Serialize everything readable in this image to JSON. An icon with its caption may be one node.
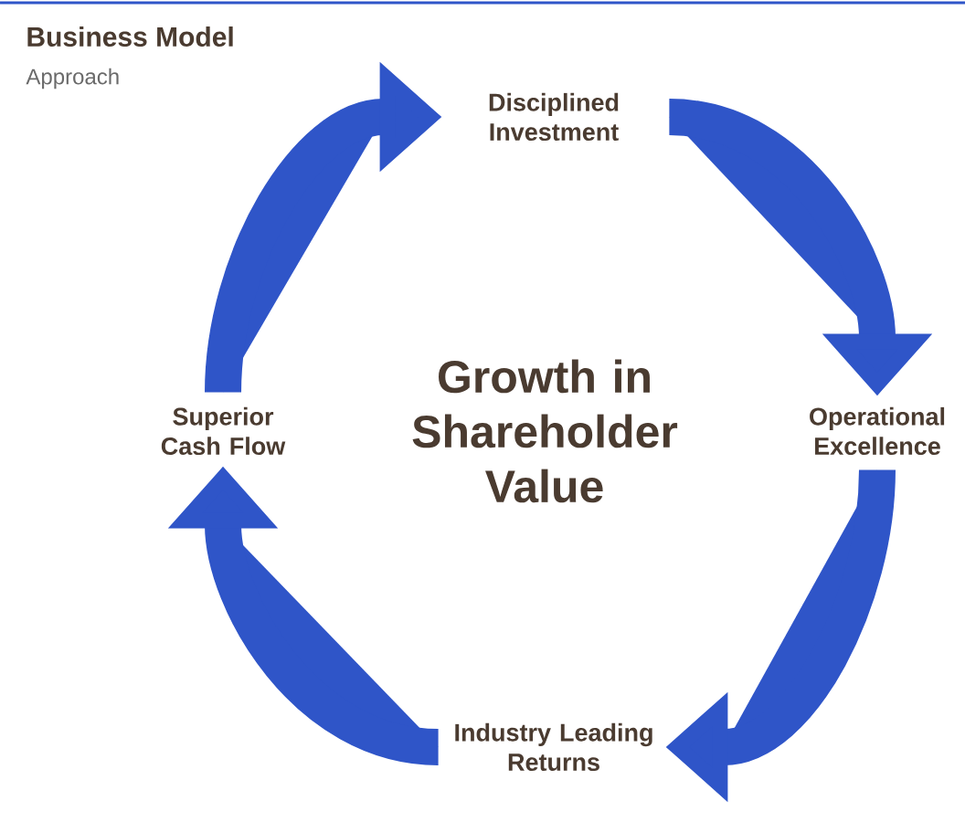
{
  "diagram": {
    "title": "Business Model",
    "nodes": [
      {
        "text": [
          "Growth in Shareholder Value"
        ]
      },
      {
        "text": [
          "Disciplined Investment"
        ]
      },
      {
        "text": [
          "Operational Excellence"
        ]
      },
      {
        "text": [
          "Industry Leading Returns"
        ]
      },
      {
        "text": [
          "Superior Cash Flow"
        ]
      }
    ],
    "edges": [
      {
        "from": 1,
        "to": 2,
        "arrow": "to"
      },
      {
        "from": 2,
        "to": 3,
        "arrow": "to"
      },
      {
        "from": 3,
        "to": 4,
        "arrow": "to"
      },
      {
        "from": 4,
        "to": 1,
        "arrow": "to"
      }
    ],
    "labels": [
      "Approach"
    ]
  }
}
